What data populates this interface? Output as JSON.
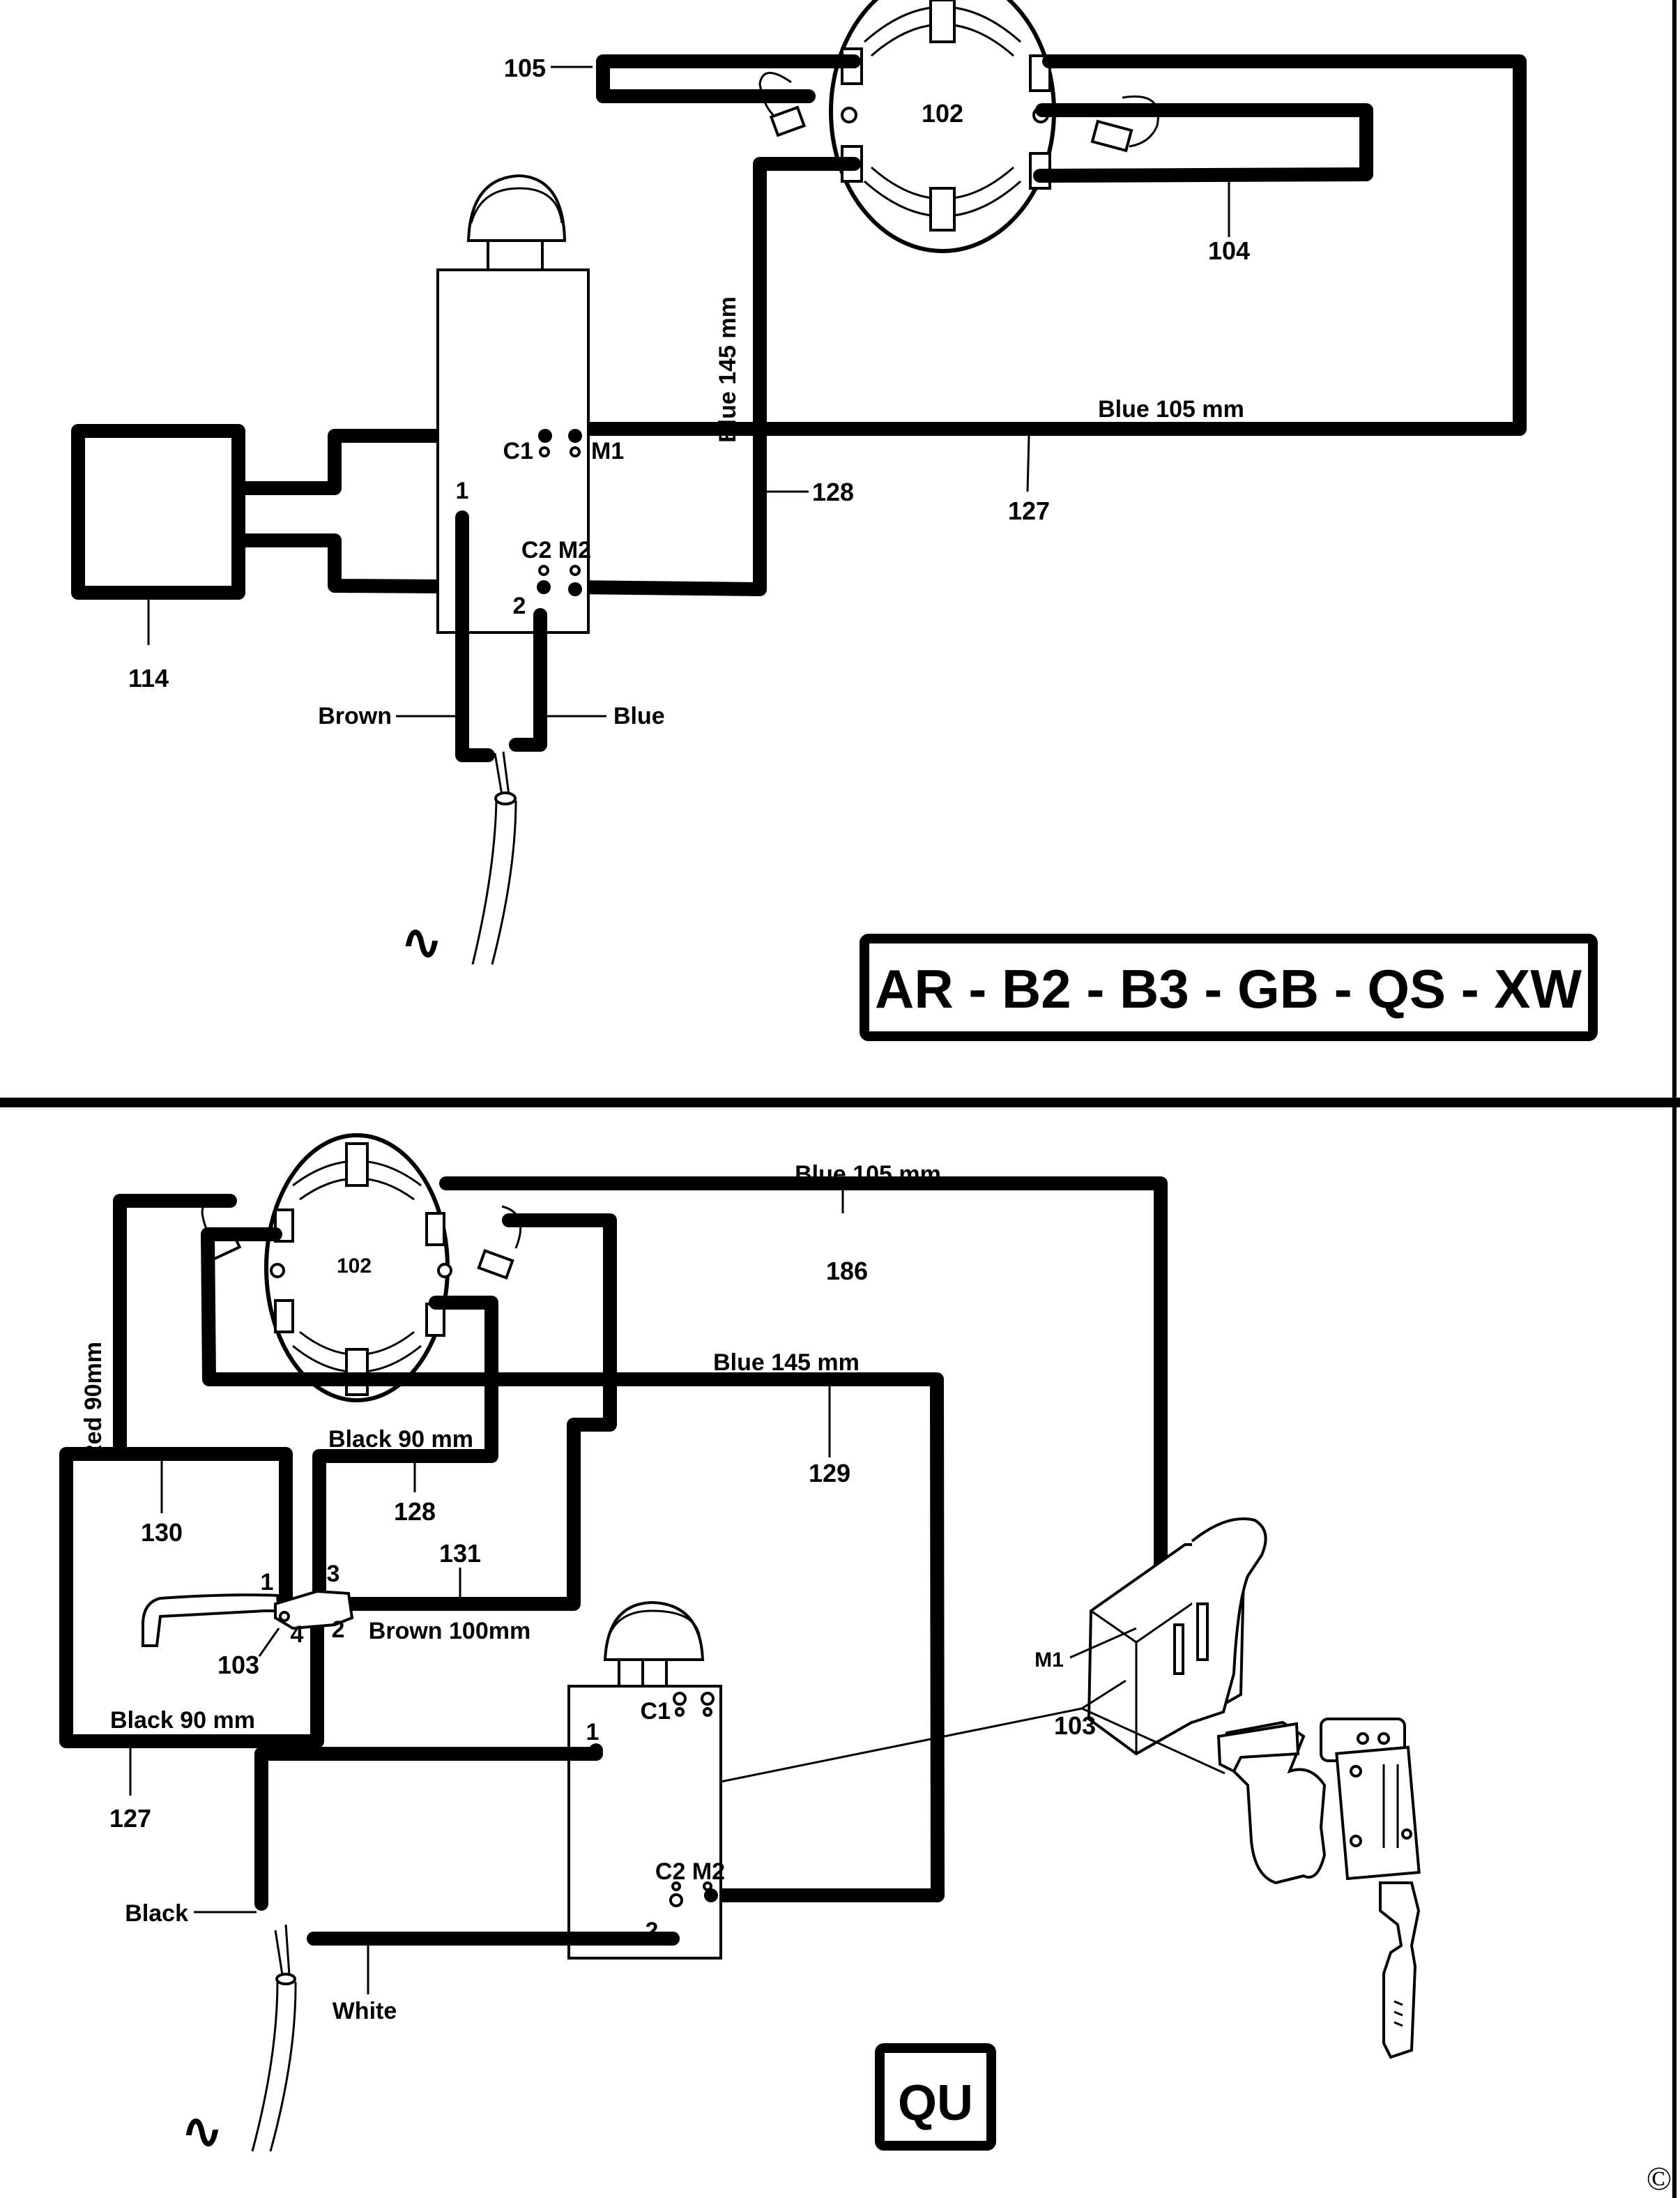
{
  "colors": {
    "ink": "#000000",
    "paper": "#ffffff"
  },
  "top_diagram": {
    "region_codes": "AR - B2 - B3 - GB - QS - XW",
    "field_label": "102",
    "parts": {
      "p105": "105",
      "p104": "104",
      "p114": "114",
      "p128": "128",
      "p127": "127"
    },
    "wires": {
      "blue145": "Blue 145 mm",
      "blue105": "Blue 105 mm",
      "brown": "Brown",
      "blue": "Blue"
    },
    "switch_terminals": {
      "c1": "C1",
      "m1": "M1",
      "c2m2": "C2 M2",
      "t1": "1",
      "t2": "2"
    },
    "ac_symbol": "∿"
  },
  "bottom_diagram": {
    "region_codes": "QU",
    "field_label": "102",
    "parts": {
      "p186": "186",
      "p129": "129",
      "p130": "130",
      "p128": "128",
      "p131": "131",
      "p103a": "103",
      "p127": "127",
      "p103b": "103",
      "m1": "M1"
    },
    "wires": {
      "blue105": "Blue 105 mm",
      "blue145": "Blue 145 mm",
      "red90": "Red 90mm",
      "black90a": "Black 90 mm",
      "brown100": "Brown 100mm",
      "black90b": "Black 90 mm",
      "black": "Black",
      "white": "White"
    },
    "reverser_terminals": {
      "t1": "1",
      "t3": "3",
      "t4": "4",
      "t2": "2"
    },
    "switch_terminals": {
      "c1": "C1",
      "c2m2": "C2 M2",
      "t1": "1",
      "t2": "2"
    },
    "ac_symbol": "∿"
  },
  "copyright_symbol": "©"
}
